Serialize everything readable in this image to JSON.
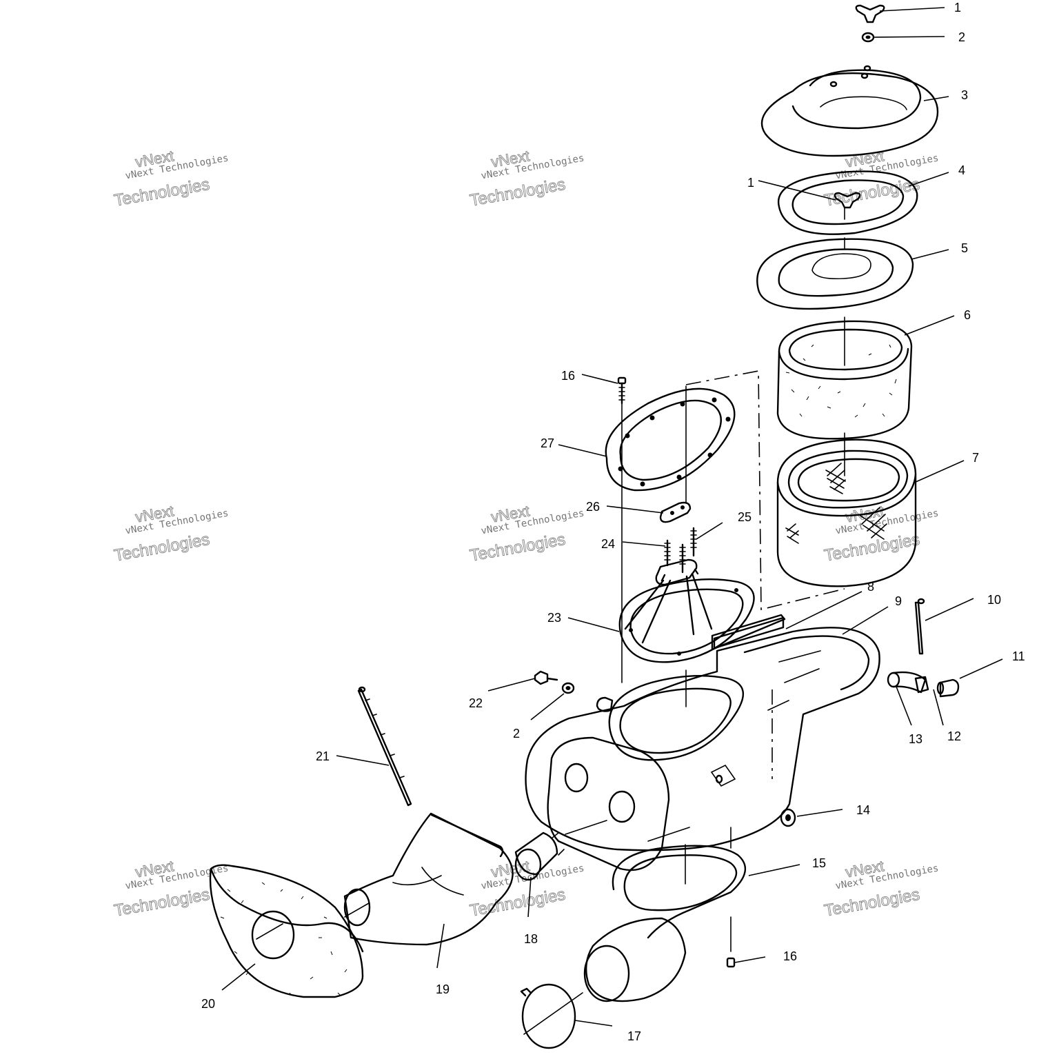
{
  "watermark": {
    "line_small": "vNext Technologies",
    "line_big_1": "vNext",
    "line_big_2": "Technologies"
  },
  "callouts": [
    {
      "id": "c1a",
      "text": "1"
    },
    {
      "id": "c2a",
      "text": "2"
    },
    {
      "id": "c3",
      "text": "3"
    },
    {
      "id": "c4",
      "text": "4"
    },
    {
      "id": "c1b",
      "text": "1"
    },
    {
      "id": "c5",
      "text": "5"
    },
    {
      "id": "c6",
      "text": "6"
    },
    {
      "id": "c16a",
      "text": "16"
    },
    {
      "id": "c27",
      "text": "27"
    },
    {
      "id": "c7",
      "text": "7"
    },
    {
      "id": "c26",
      "text": "26"
    },
    {
      "id": "c25",
      "text": "25"
    },
    {
      "id": "c24",
      "text": "24"
    },
    {
      "id": "c8",
      "text": "8"
    },
    {
      "id": "c9",
      "text": "9"
    },
    {
      "id": "c10",
      "text": "10"
    },
    {
      "id": "c23",
      "text": "23"
    },
    {
      "id": "c11",
      "text": "11"
    },
    {
      "id": "c22",
      "text": "22"
    },
    {
      "id": "c2b",
      "text": "2"
    },
    {
      "id": "c13",
      "text": "13"
    },
    {
      "id": "c12",
      "text": "12"
    },
    {
      "id": "c21",
      "text": "21"
    },
    {
      "id": "c14",
      "text": "14"
    },
    {
      "id": "c15",
      "text": "15"
    },
    {
      "id": "c18",
      "text": "18"
    },
    {
      "id": "c16b",
      "text": "16"
    },
    {
      "id": "c19",
      "text": "19"
    },
    {
      "id": "c20",
      "text": "20"
    },
    {
      "id": "c17",
      "text": "17"
    }
  ]
}
